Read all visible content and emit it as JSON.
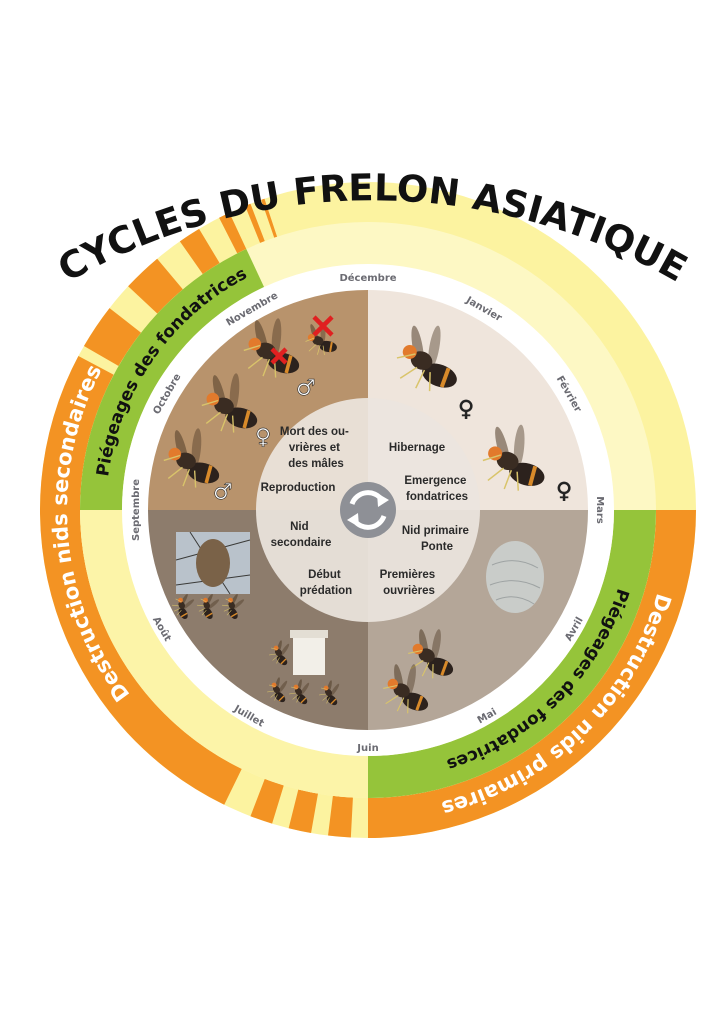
{
  "title": "CYCLES DU FRELON ASIATIQUE",
  "months": [
    "Décembre",
    "Janvier",
    "Février",
    "Mars",
    "Avril",
    "Mai",
    "Juin",
    "Juillet",
    "Août",
    "Septembre",
    "Octobre",
    "Novembre"
  ],
  "bands": {
    "trapping_autumn": "Piégeages des fondatrices",
    "trapping_spring": "Piégeages des fondatrices",
    "destruction_secondary": "Destruction nids secondaires",
    "destruction_primary": "Destruction nids primaires"
  },
  "center": {
    "death": [
      "Mort des ou-",
      "vrières et",
      "des mâles"
    ],
    "reproduction": "Reproduction",
    "hibernation": "Hibernage",
    "emergence": [
      "Emergence",
      "fondatrices"
    ],
    "secondary_nest": [
      "Nid",
      "secondaire"
    ],
    "primary_nest": [
      "Nid primaire",
      "Ponte"
    ],
    "predation": [
      "Début",
      "prédation"
    ],
    "first_workers": [
      "Premières",
      "ouvrières"
    ]
  },
  "symbols": {
    "male": "♂",
    "female": "♀"
  },
  "colors": {
    "orange": "#f39323",
    "green": "#95c43a",
    "yellow_outer": "#fcf3a0",
    "yellow_inner": "#fdf8c4",
    "q_autumn": "#b8936c",
    "q_winter": "#efe5dc",
    "q_summer": "#8d7c6c",
    "q_spring": "#b4a698",
    "center": "#ece5de",
    "red_cross": "#e02020",
    "cycle_icon": "#8e9096"
  }
}
